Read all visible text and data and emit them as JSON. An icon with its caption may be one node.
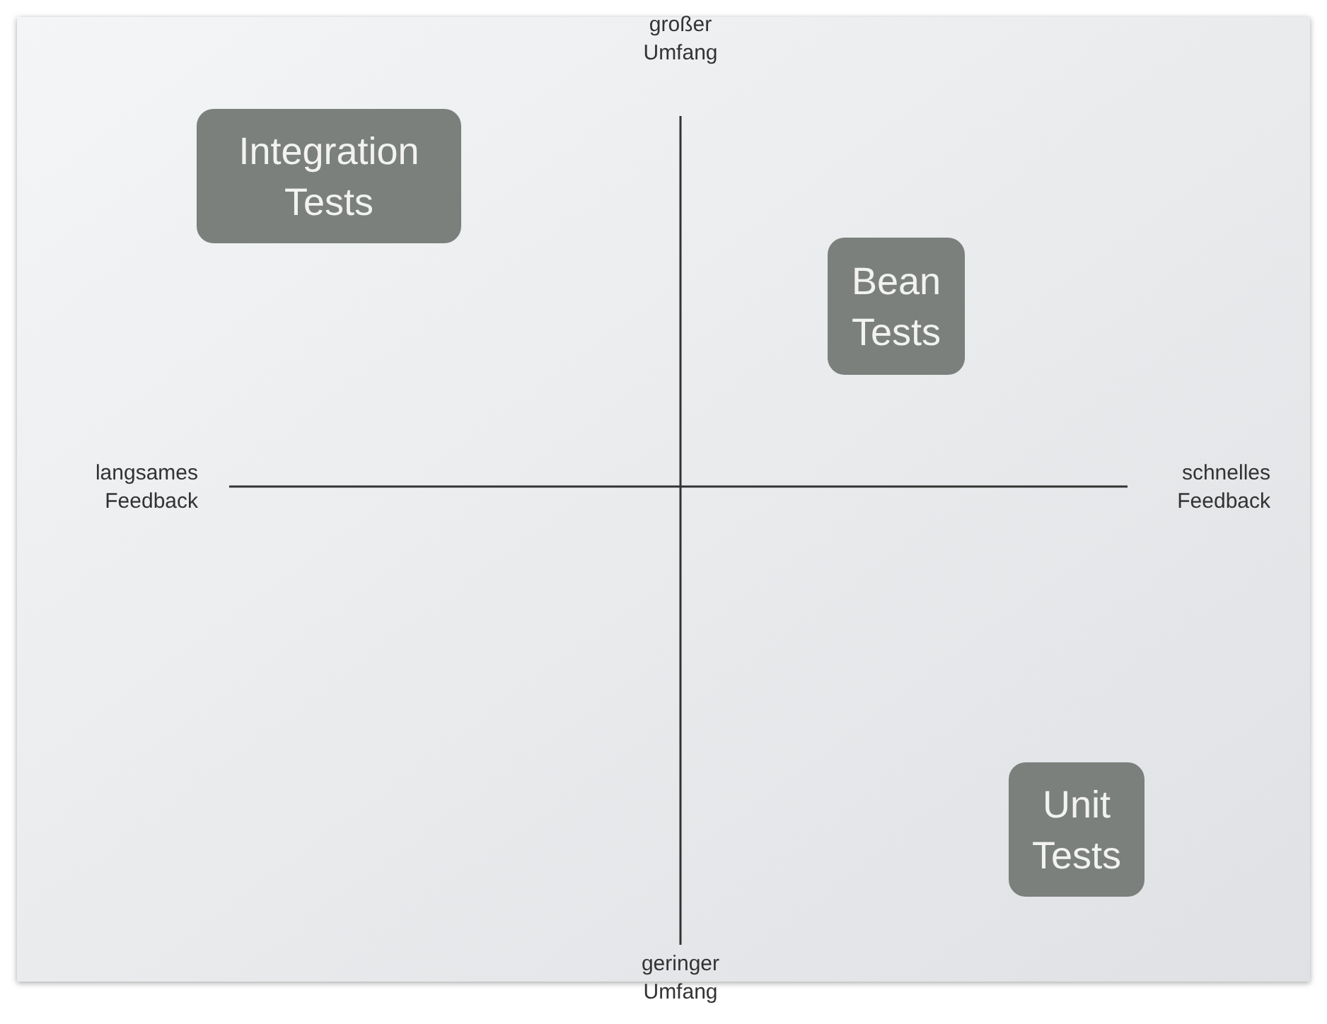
{
  "diagram": {
    "nodes": [
      {
        "text": [
          "Integration Tests"
        ]
      },
      {
        "text": [
          "Bean Tests"
        ]
      },
      {
        "text": [
          "Unit Tests"
        ]
      }
    ],
    "labels": [
      "großer Umfang",
      "langsames Feedback",
      "schnelles Feedback",
      "geringer Umfang"
    ]
  }
}
